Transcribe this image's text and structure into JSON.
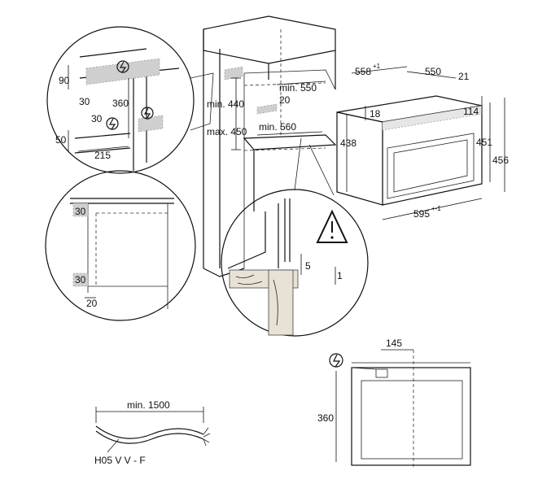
{
  "labels": {
    "oven_depth": "558",
    "oven_depth_tol": "+1",
    "oven_body_depth": "550",
    "oven_front_thick": "21",
    "oven_top_offset": "114",
    "oven_panel_offset": "18",
    "oven_height_438": "438",
    "oven_height_451": "451",
    "oven_height_456": "456",
    "oven_width": "595",
    "oven_width_tol": "+-1",
    "cabinet_min_depth": "min. 550",
    "cabinet_20": "20",
    "cabinet_min_height": "min. 440",
    "cabinet_max_height": "max. 450",
    "cabinet_min_width": "min. 560",
    "detail_90": "90",
    "detail_30a": "30",
    "detail_360": "360",
    "detail_30b": "30",
    "detail_50": "50",
    "detail_215": "215",
    "side_30_top": "30",
    "side_30_bottom": "30",
    "side_20": "20",
    "warn_5": "5",
    "warn_1": "1",
    "rear_145": "145",
    "rear_360": "360",
    "cable_length": "min. 1500",
    "cable_type": "H05 V V - F"
  },
  "icons": {
    "warning": "warning-triangle-icon",
    "electric": "electric-connection-icon"
  },
  "colors": {
    "line": "#111111",
    "hatch": "#cfcfcf",
    "background": "#ffffff"
  }
}
